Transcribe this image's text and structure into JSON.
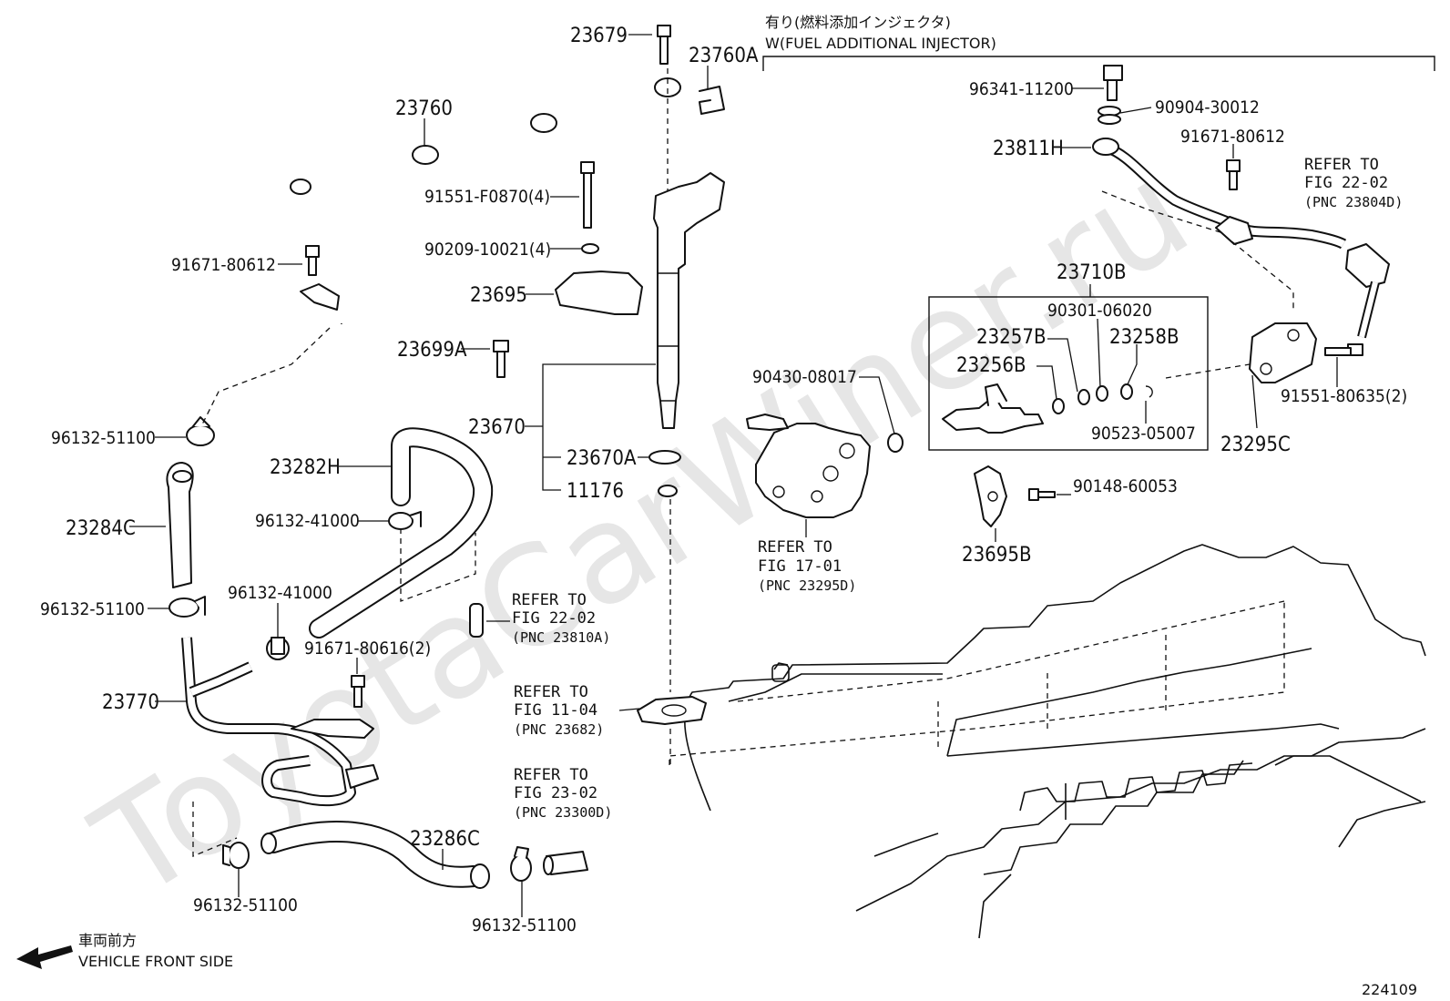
{
  "watermark": "ToyotaCarWiner.ru",
  "header": {
    "jp_note": "有り(燃料添加インジェクタ)",
    "en_note": "W(FUEL ADDITIONAL INJECTOR)"
  },
  "parts": {
    "p23679": "23679",
    "p23760A": "23760A",
    "p23760": "23760",
    "p91551_F0870": "91551-F0870(4)",
    "p90209": "90209-10021(4)",
    "p91671_80612_left": "91671-80612",
    "p23695": "23695",
    "p23699A": "23699A",
    "p23670": "23670",
    "p23670A": "23670A",
    "p11176": "11176",
    "p96132_51100_a": "96132-51100",
    "p23282H": "23282H",
    "p96132_41000_a": "96132-41000",
    "p23284C": "23284C",
    "p96132_51100_b": "96132-51100",
    "p96132_41000_b": "96132-41000",
    "p91671_80616": "91671-80616(2)",
    "p23770": "23770",
    "p23286C": "23286C",
    "p96132_51100_c": "96132-51100",
    "p96132_51100_d": "96132-51100",
    "p96341": "96341-11200",
    "p90904": "90904-30012",
    "p23811H": "23811H",
    "p91671_80612_right": "91671-80612",
    "p23710B": "23710B",
    "p90301": "90301-06020",
    "p23257B": "23257B",
    "p23258B": "23258B",
    "p23256B": "23256B",
    "p90523": "90523-05007",
    "p90430": "90430-08017",
    "p23295C": "23295C",
    "p91551_80635": "91551-80635(2)",
    "p90148": "90148-60053",
    "p23695B": "23695B"
  },
  "refs": {
    "r1": [
      "REFER TO",
      "FIG 22-02",
      "(PNC 23804D)"
    ],
    "r2": [
      "REFER TO",
      "FIG 17-01",
      "(PNC 23295D)"
    ],
    "r3": [
      "REFER TO",
      "FIG 22-02",
      "(PNC 23810A)"
    ],
    "r4": [
      "REFER TO",
      "FIG 11-04",
      "(PNC 23682)"
    ],
    "r5": [
      "REFER TO",
      "FIG 23-02",
      "(PNC 23300D)"
    ]
  },
  "footer": {
    "jp_direction": "車両前方",
    "en_direction": "VEHICLE FRONT SIDE",
    "figure_number": "224109"
  }
}
